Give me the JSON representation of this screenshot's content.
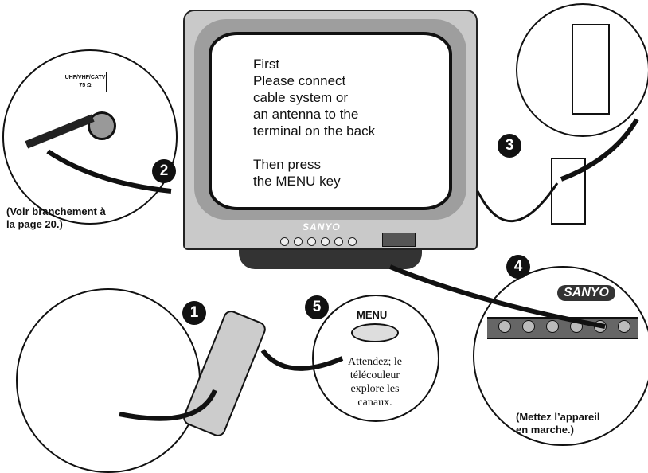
{
  "tv": {
    "screen_text": "First\nPlease connect\ncable system or\nan antenna to the\nterminal on the back\n\nThen press\nthe MENU key",
    "brand": "SANYO"
  },
  "antenna_terminal": {
    "label": "UHF/VHF/CATV\n75 Ω"
  },
  "steps": {
    "one": "1",
    "two": "2",
    "three": "3",
    "four": "4",
    "five": "5"
  },
  "notes": {
    "step2": "(Voir branchement à\nla page 20.)",
    "step4": "(Mettez l’appareil\nen marche.)"
  },
  "remote_step": {
    "menu_label": "MENU",
    "instruction": "Attendez; le\ntélécouleur\nexplore les\ncanaux."
  },
  "power_panel": {
    "brand": "SANYO"
  }
}
